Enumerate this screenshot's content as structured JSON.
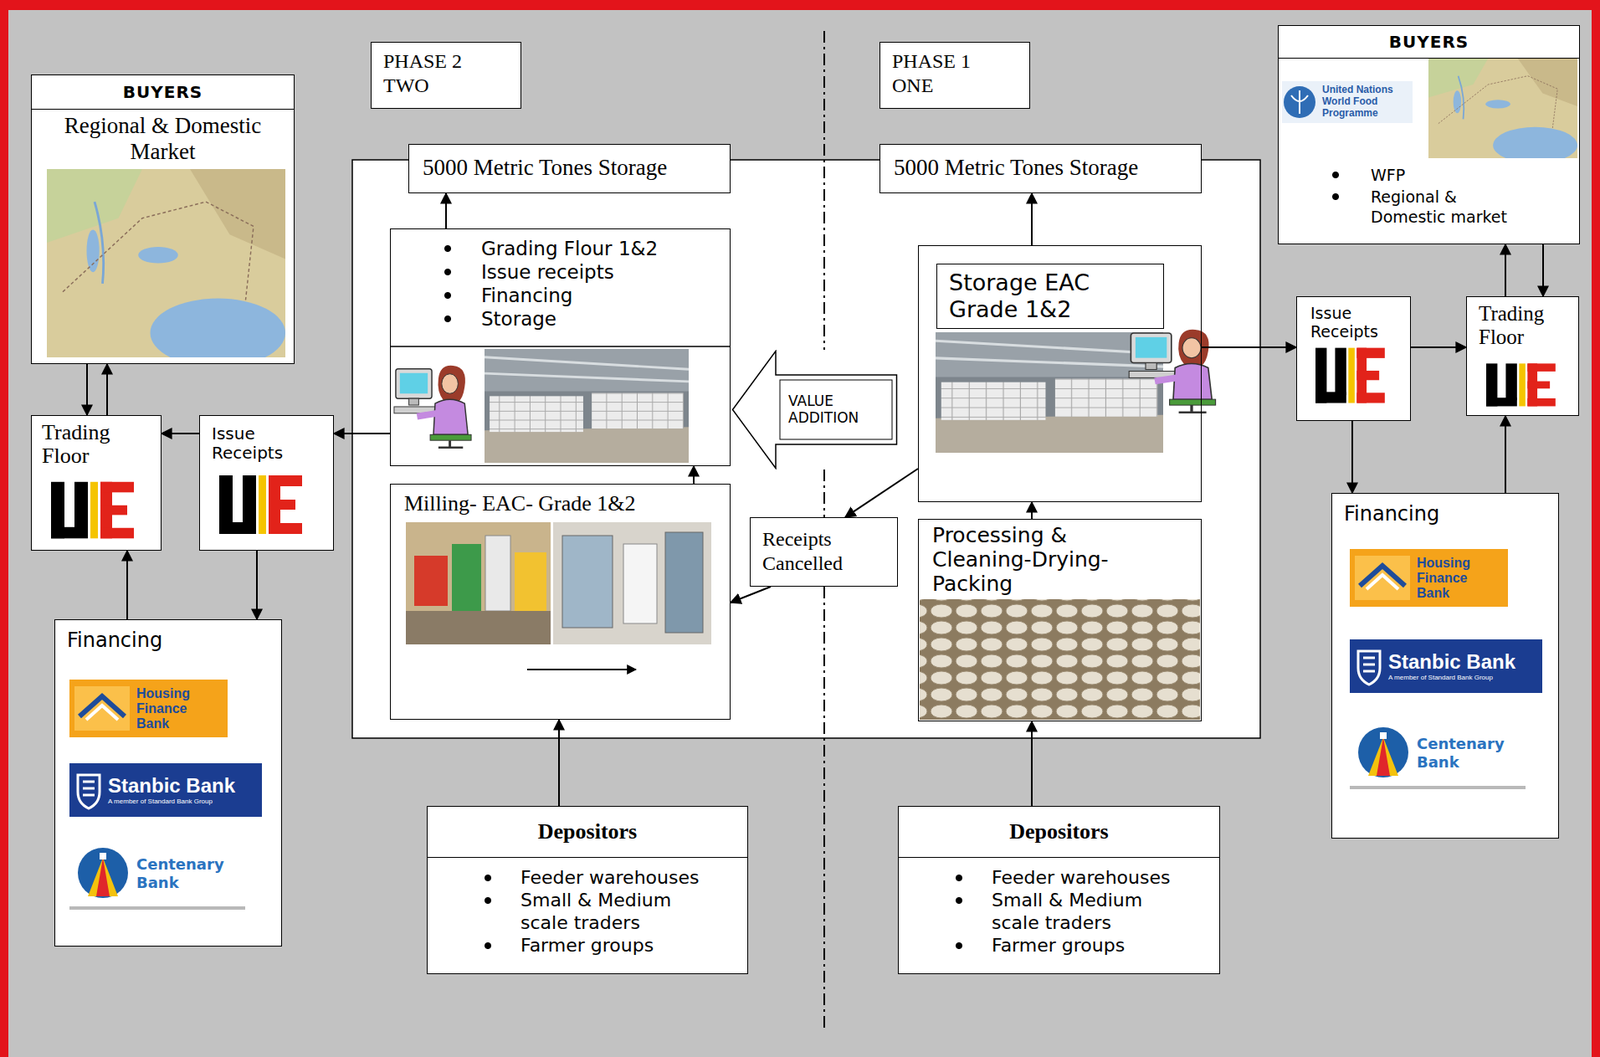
{
  "diagram": {
    "nodes": [
      {
        "text": [
          "BUYERS",
          "Regional & Domestic Market"
        ]
      },
      {
        "text": [
          "PHASE 2 TWO"
        ]
      },
      {
        "text": [
          "PHASE 1 ONE"
        ]
      },
      {
        "text": [
          "BUYERS",
          "United Nations World Food Programme",
          "WFP",
          "Regional & Domestic market"
        ]
      },
      {
        "text": [
          "5000 Metric Tones Storage"
        ]
      },
      {
        "text": [
          "5000 Metric Tones Storage"
        ]
      },
      {
        "text": [
          "Grading Flour 1&2",
          "Issue receipts",
          "Financing",
          "Storage"
        ]
      },
      {
        "text": [
          "VALUE ADDITION"
        ]
      },
      {
        "text": [
          "Storage EAC Grade 1&2"
        ]
      },
      {
        "text": [
          "Issue Receipts"
        ]
      },
      {
        "text": [
          "Trading Floor"
        ]
      },
      {
        "text": [
          "Issue Receipts"
        ]
      },
      {
        "text": [
          "Trading Floor"
        ]
      },
      {
        "text": [
          "Milling- EAC- Grade 1&2"
        ]
      },
      {
        "text": [
          "Receipts Cancelled"
        ]
      },
      {
        "text": [
          "Processing & Cleaning-Drying-Packing"
        ]
      },
      {
        "text": [
          "Financing",
          "Housing Finance Bank",
          "Stanbic Bank",
          "A member of Standard Bank Group",
          "Centenary Bank"
        ]
      },
      {
        "text": [
          "Financing",
          "Housing Finance Bank",
          "Stanbic Bank",
          "A member of Standard Bank Group",
          "Centenary Bank"
        ]
      },
      {
        "text": [
          "Depositors",
          "Feeder warehouses",
          "Small & Medium scale traders",
          "Farmer groups"
        ]
      },
      {
        "text": [
          "Depositors",
          "Feeder warehouses",
          "Small & Medium scale traders",
          "Farmer groups"
        ]
      }
    ],
    "edges": [
      {
        "from": 0,
        "to": 10,
        "arrow": "to"
      },
      {
        "from": 10,
        "to": 0,
        "arrow": "to"
      },
      {
        "from": 9,
        "to": 10,
        "arrow": "to"
      },
      {
        "from": 16,
        "to": 10,
        "arrow": "to"
      },
      {
        "from": 9,
        "to": 16,
        "arrow": "to"
      },
      {
        "from": 6,
        "to": 9,
        "arrow": "to"
      },
      {
        "from": 6,
        "to": 4,
        "arrow": "to"
      },
      {
        "from": 13,
        "to": 6,
        "arrow": "to"
      },
      {
        "from": 8,
        "to": 14,
        "arrow": "to"
      },
      {
        "from": 14,
        "to": 13,
        "arrow": "to"
      },
      {
        "from": 15,
        "to": 8,
        "arrow": "to"
      },
      {
        "from": 8,
        "to": 5,
        "arrow": "to"
      },
      {
        "from": 8,
        "to": 11,
        "arrow": "to"
      },
      {
        "from": 11,
        "to": 12,
        "arrow": "to"
      },
      {
        "from": 11,
        "to": 17,
        "arrow": "to"
      },
      {
        "from": 17,
        "to": 12,
        "arrow": "to"
      },
      {
        "from": 3,
        "to": 12,
        "arrow": "to"
      },
      {
        "from": 12,
        "to": 3,
        "arrow": "to"
      },
      {
        "from": 18,
        "to": 13,
        "arrow": "to"
      },
      {
        "from": 19,
        "to": 15,
        "arrow": "to"
      }
    ]
  }
}
